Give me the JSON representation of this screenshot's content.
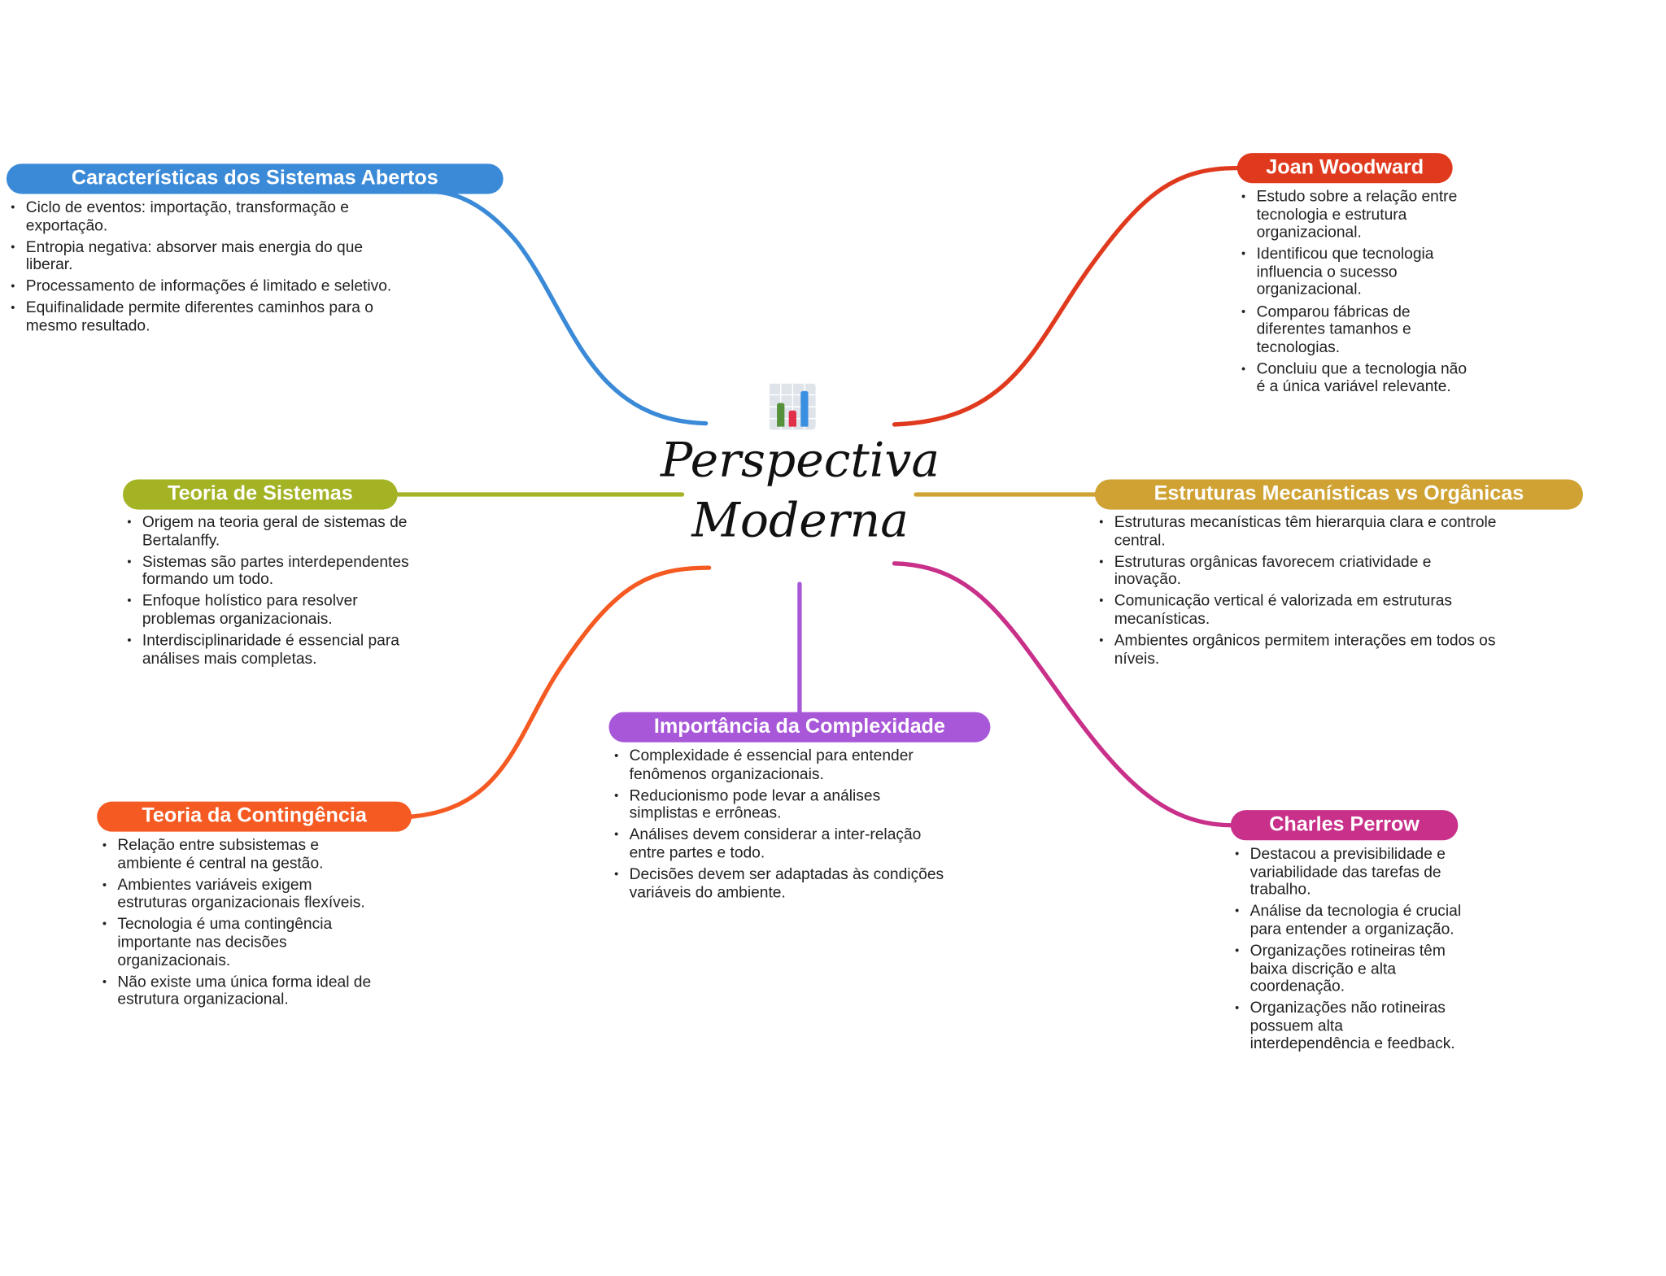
{
  "central": {
    "title_line1": "Perspectiva",
    "title_line2": "Moderna",
    "icon": "bar-chart-icon"
  },
  "branches": [
    {
      "title": "Características dos Sistemas Abertos",
      "color": "#3a8ad8",
      "notes": [
        "Ciclo de eventos: importação, transformação e exportação.",
        "Entropia negativa: absorver mais energia do que liberar.",
        "Processamento de informações é limitado e seletivo.",
        "Equifinalidade permite diferentes caminhos para o mesmo resultado."
      ]
    },
    {
      "title": "Teoria de Sistemas",
      "color": "#a3b324",
      "notes": [
        "Origem na teoria geral de sistemas de Bertalanffy.",
        "Sistemas são partes interdependentes formando um todo.",
        "Enfoque holístico para resolver problemas organizacionais.",
        "Interdisciplinaridade é essencial para análises mais completas."
      ]
    },
    {
      "title": "Teoria da Contingência",
      "color": "#f55a22",
      "notes": [
        "Relação entre subsistemas e ambiente é central na gestão.",
        "Ambientes variáveis exigem estruturas organizacionais flexíveis.",
        "Tecnologia é uma contingência importante nas decisões organizacionais.",
        "Não existe uma única forma ideal de estrutura organizacional."
      ]
    },
    {
      "title": "Importância da Complexidade",
      "color": "#a857d8",
      "notes": [
        "Complexidade é essencial para entender fenômenos organizacionais.",
        "Reducionismo pode levar a análises simplistas e errôneas.",
        "Análises devem considerar a inter-relação entre partes e todo.",
        "Decisões devem ser adaptadas às condições variáveis do ambiente."
      ]
    },
    {
      "title": "Joan Woodward",
      "color": "#e03a1e",
      "notes": [
        "Estudo sobre a relação entre tecnologia e estrutura organizacional.",
        "Identificou que tecnologia influencia o sucesso organizacional.",
        "Comparou fábricas de diferentes tamanhos e tecnologias.",
        "Concluiu que a tecnologia não é a única variável relevante."
      ]
    },
    {
      "title": "Estruturas Mecanísticas vs Orgânicas",
      "color": "#cfa233",
      "notes": [
        "Estruturas mecanísticas têm hierarquia clara e controle central.",
        "Estruturas orgânicas favorecem criatividade e inovação.",
        "Comunicação vertical é valorizada em estruturas mecanísticas.",
        "Ambientes orgânicos permitem interações em todos os níveis."
      ]
    },
    {
      "title": "Charles Perrow",
      "color": "#c8308a",
      "notes": [
        "Destacou a previsibilidade e variabilidade das tarefas de trabalho.",
        "Análise da tecnologia é crucial para entender a organização.",
        "Organizações rotineiras têm baixa discrição e alta coordenação.",
        "Organizações não rotineiras possuem alta interdependência e feedback."
      ]
    }
  ]
}
